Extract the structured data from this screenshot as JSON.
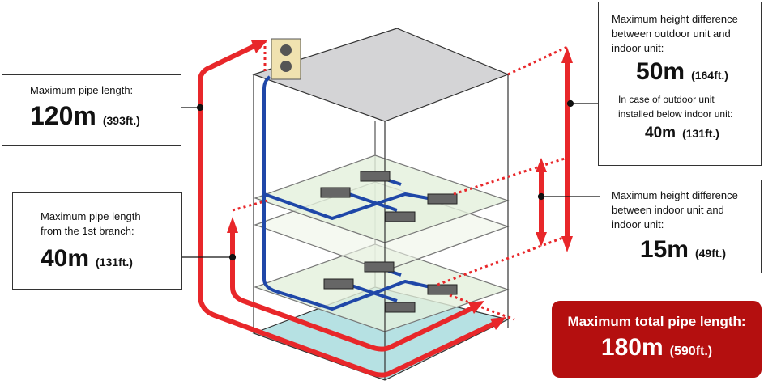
{
  "pipe_length": {
    "label": "Maximum pipe length:",
    "value": "120m",
    "unit": "(393ft.)"
  },
  "branch_length": {
    "label": "Maximum pipe length from the 1st branch:",
    "value": "40m",
    "unit": "(131ft.)"
  },
  "height_outdoor_indoor": {
    "label": "Maximum height difference between outdoor unit and indoor unit:",
    "value": "50m",
    "unit": "(164ft.)",
    "note": "In case of outdoor unit installed below indoor unit:",
    "note_value": "40m",
    "note_unit": "(131ft.)"
  },
  "height_indoor_indoor": {
    "label": "Maximum height difference between indoor unit and indoor unit:",
    "value": "15m",
    "unit": "(49ft.)"
  },
  "total_length": {
    "label": "Maximum total pipe length:",
    "value": "180m",
    "unit": "(590ft.)"
  },
  "colors": {
    "pipe_red": "#e8272a",
    "pipe_blue": "#1f47a8",
    "total_bg": "#b40f0f"
  }
}
